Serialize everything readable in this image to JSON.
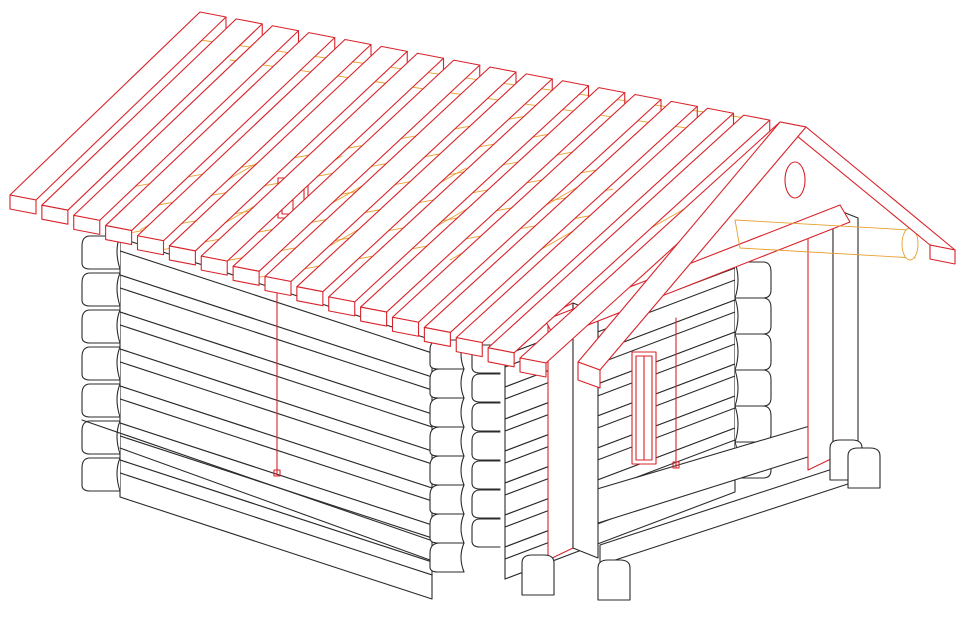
{
  "drawing": {
    "subject": "log-cabin-wireframe",
    "view": "isometric",
    "colors": {
      "wall_lines": "#2b2b2b",
      "roof_and_frame_lines": "#d8232a",
      "hidden_lines": "#e8a030",
      "background": "#ffffff"
    },
    "counts": {
      "front_wall_logs": 7,
      "roof_rafters": 17,
      "porch_posts": 2,
      "windows": 2
    }
  }
}
